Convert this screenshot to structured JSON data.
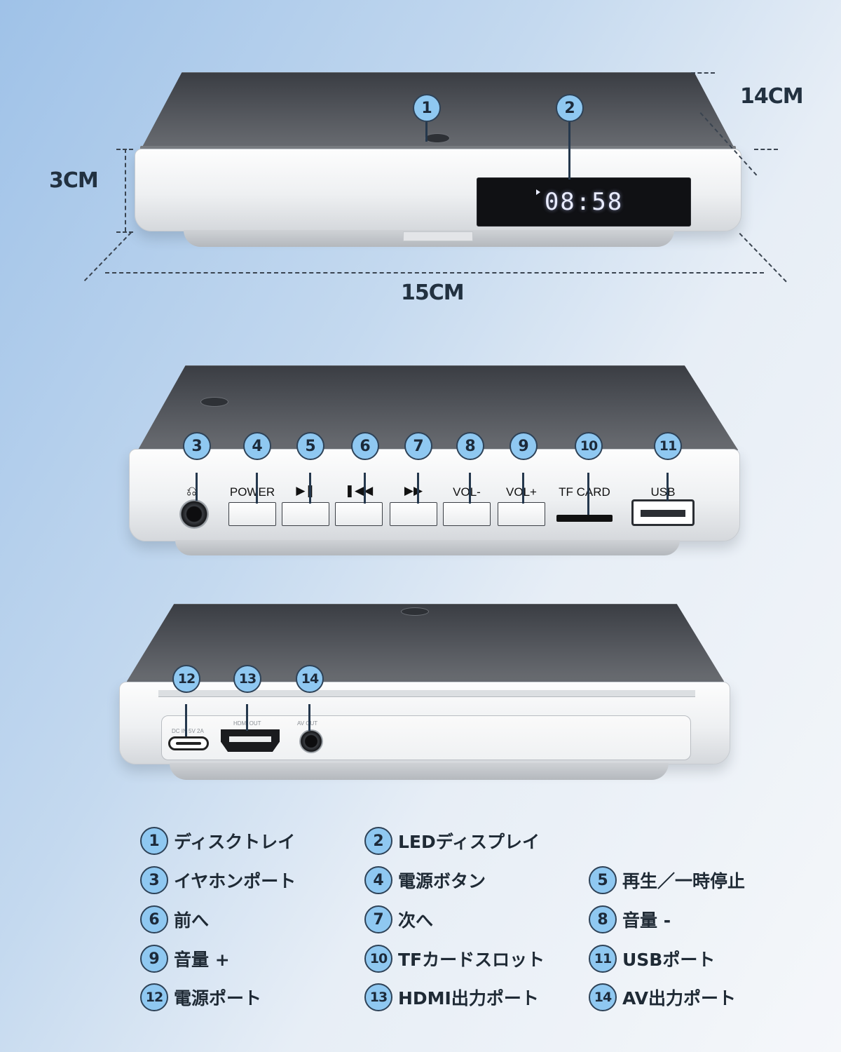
{
  "dimensions": {
    "depth": "14CM",
    "height": "3CM",
    "width": "15CM"
  },
  "display": {
    "time": "08:58"
  },
  "badges": [
    "1",
    "2",
    "3",
    "4",
    "5",
    "6",
    "7",
    "8",
    "9",
    "10",
    "11",
    "12",
    "13",
    "14"
  ],
  "controls": {
    "power": "POWER",
    "play_pause_icon": "play-pause-icon",
    "prev_icon": "previous-icon",
    "next_icon": "next-icon",
    "vol_minus": "VOL-",
    "vol_plus": "VOL+",
    "tf_card": "TF CARD",
    "usb": "USB"
  },
  "rear": {
    "dc": "DC IN 5V 2A",
    "hdmi": "HDMI OUT",
    "av": "AV OUT"
  },
  "legend": [
    {
      "num": "1",
      "text": "ディスクトレイ"
    },
    {
      "num": "2",
      "text": "LEDディスプレイ"
    },
    {
      "num": "3",
      "text": "イヤホンポート"
    },
    {
      "num": "4",
      "text": "電源ボタン"
    },
    {
      "num": "5",
      "text": "再生／一時停止"
    },
    {
      "num": "6",
      "text": "前へ"
    },
    {
      "num": "7",
      "text": "次へ"
    },
    {
      "num": "8",
      "text": "音量 -"
    },
    {
      "num": "9",
      "text": "音量 +"
    },
    {
      "num": "10",
      "text": "TFカードスロット"
    },
    {
      "num": "11",
      "text": "USBポート"
    },
    {
      "num": "12",
      "text": "電源ポート"
    },
    {
      "num": "13",
      "text": "HDMI出力ポート"
    },
    {
      "num": "14",
      "text": "AV出力ポート"
    }
  ],
  "colors": {
    "badge_fill": "#8fc8f1",
    "badge_border": "#2e4257",
    "glass": "#3a3d43",
    "shell": "#eef0f2"
  }
}
